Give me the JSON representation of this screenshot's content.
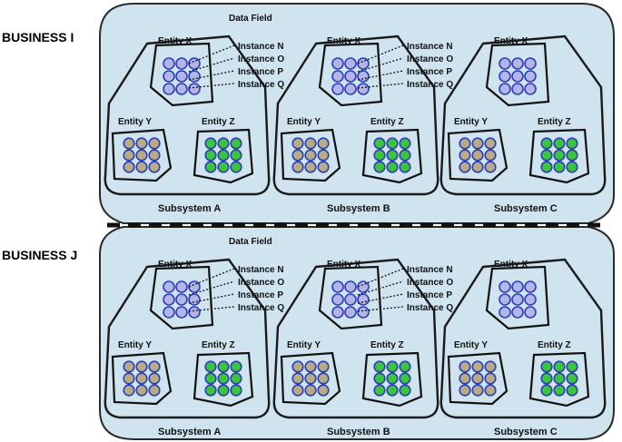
{
  "colors": {
    "panel_fill": "#cfe4ee",
    "panel_stroke": "#2a2a2a",
    "entity_x_fill": "#b5b4e8",
    "entity_x_ring": "#2c3fb8",
    "entity_y_fill": "#b8ab86",
    "entity_y_ring": "#2c3fb8",
    "entity_z_fill": "#3cc43c",
    "entity_z_ring": "#2c3fb8"
  },
  "businesses": [
    {
      "label": "BUSINESS I",
      "data_field": "Data Field",
      "subsystems": [
        {
          "name": "Subsystem A",
          "entities": [
            "Entity X",
            "Entity Y",
            "Entity Z"
          ],
          "instances": [
            "Instance N",
            "Instance O",
            "Instance P",
            "Instance Q"
          ]
        },
        {
          "name": "Subsystem B",
          "entities": [
            "Entity X",
            "Entity Y",
            "Entity Z"
          ],
          "instances": [
            "Instance N",
            "Instance O",
            "Instance P",
            "Instance Q"
          ]
        },
        {
          "name": "Subsystem C",
          "entities": [
            "Entity X",
            "Entity Y",
            "Entity Z"
          ],
          "instances": []
        }
      ]
    },
    {
      "label": "BUSINESS J",
      "data_field": "Data Field",
      "subsystems": [
        {
          "name": "Subsystem A",
          "entities": [
            "Entity X",
            "Entity Y",
            "Entity Z"
          ],
          "instances": [
            "Instance N",
            "Instance O",
            "Instance P",
            "Instance Q"
          ]
        },
        {
          "name": "Subsystem B",
          "entities": [
            "Entity X",
            "Entity Y",
            "Entity Z"
          ],
          "instances": [
            "Instance N",
            "Instance O",
            "Instance P",
            "Instance Q"
          ]
        },
        {
          "name": "Subsystem C",
          "entities": [
            "Entity X",
            "Entity Y",
            "Entity Z"
          ],
          "instances": []
        }
      ]
    }
  ]
}
